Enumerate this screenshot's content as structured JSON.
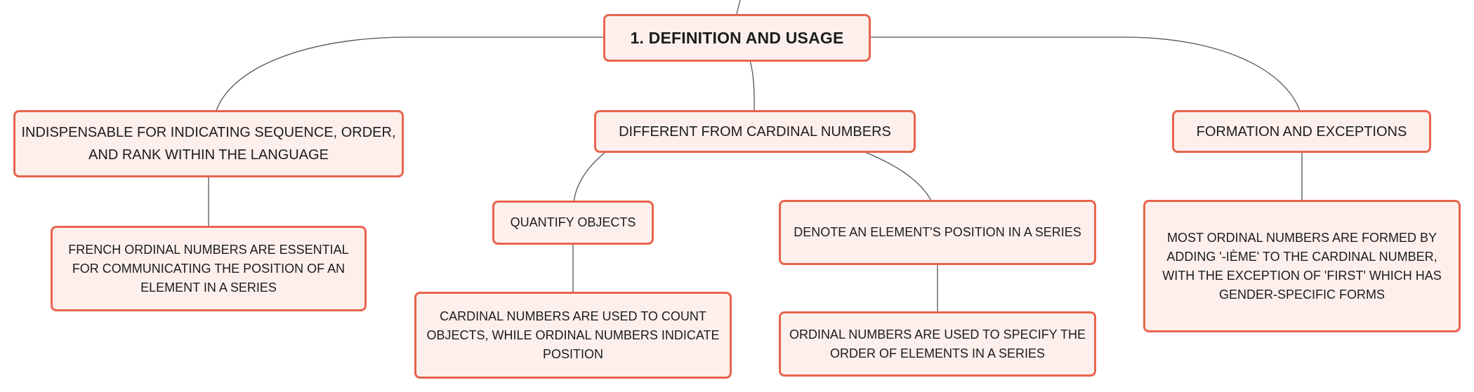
{
  "root": {
    "label": "1. DEFINITION AND USAGE"
  },
  "branches": [
    {
      "label": "INDISPENSABLE FOR INDICATING SEQUENCE, ORDER, AND RANK WITHIN THE LANGUAGE",
      "detail": "FRENCH ORDINAL NUMBERS ARE ESSENTIAL FOR COMMUNICATING THE POSITION OF AN ELEMENT IN A SERIES"
    },
    {
      "label": "DIFFERENT FROM CARDINAL NUMBERS",
      "children": [
        {
          "label": "QUANTIFY OBJECTS",
          "detail": "CARDINAL NUMBERS ARE USED TO COUNT OBJECTS, WHILE ORDINAL NUMBERS INDICATE POSITION"
        },
        {
          "label": "DENOTE AN ELEMENT'S POSITION IN A SERIES",
          "detail": "ORDINAL NUMBERS ARE USED TO SPECIFY THE ORDER OF ELEMENTS IN A SERIES"
        }
      ]
    },
    {
      "label": "FORMATION AND EXCEPTIONS",
      "detail": "MOST ORDINAL NUMBERS ARE FORMED BY ADDING '-IÈME' TO THE CARDINAL NUMBER, WITH THE EXCEPTION OF 'FIRST' WHICH HAS GENDER-SPECIFIC FORMS"
    }
  ],
  "colors": {
    "node_fill": "#fdf0ec",
    "node_border": "#e8644e",
    "connector": "#555555",
    "text": "#1c1c1c"
  }
}
